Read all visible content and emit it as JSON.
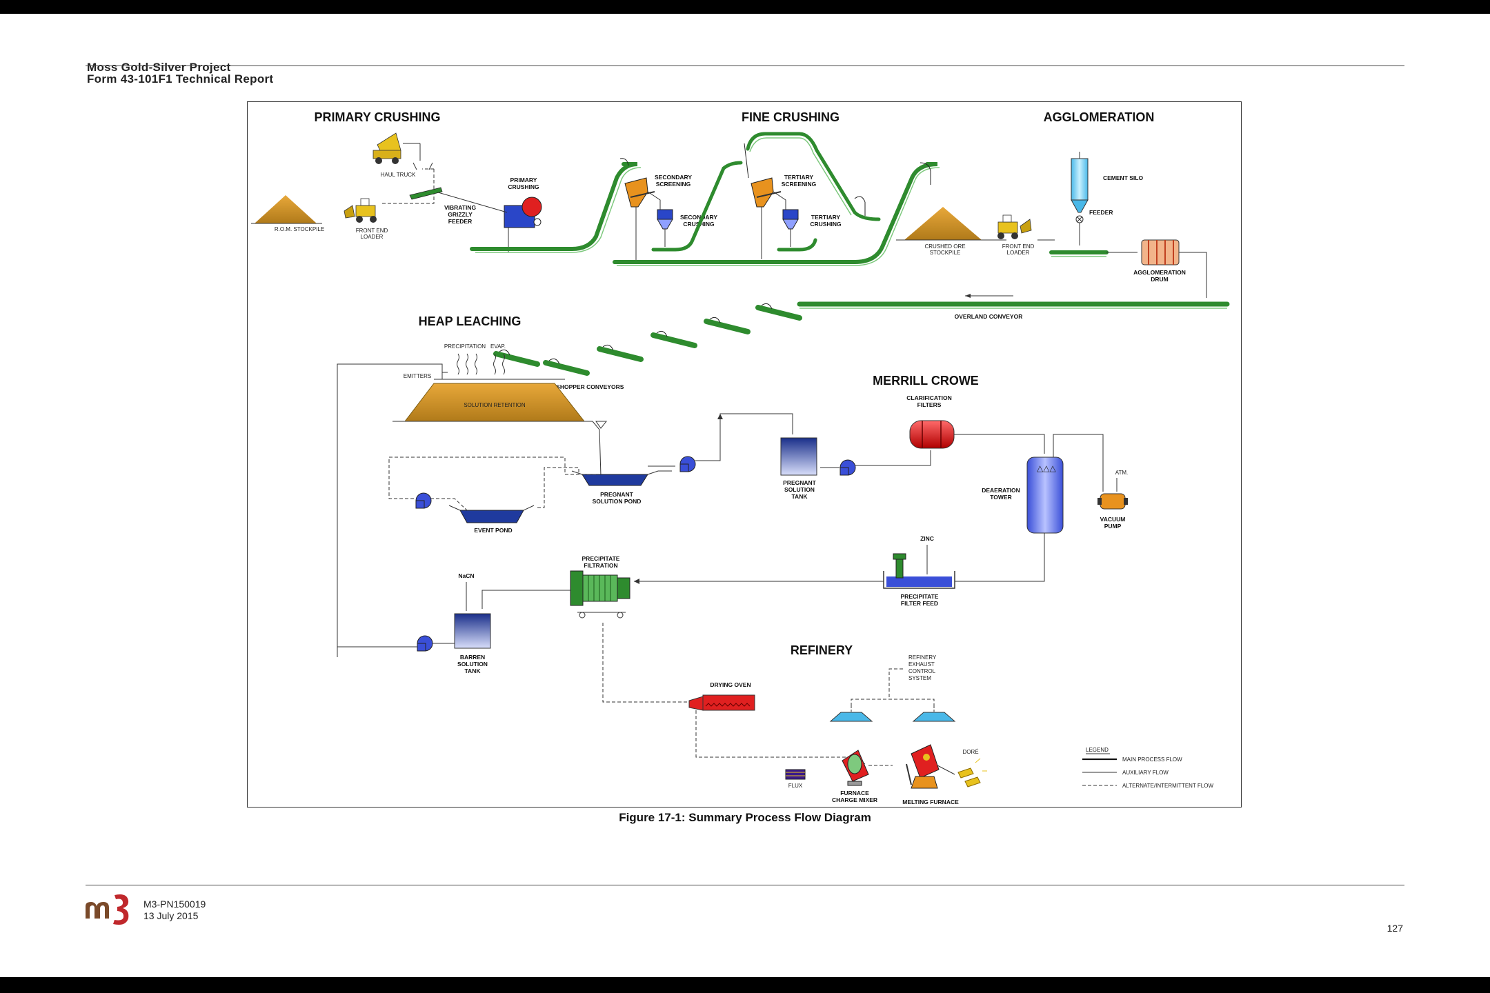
{
  "header": {
    "line1": "Moss Gold-Silver Project",
    "line2": "Form 43-101F1 Technical Report"
  },
  "diagram": {
    "sections": {
      "primary_crushing": "PRIMARY CRUSHING",
      "fine_crushing": "FINE CRUSHING",
      "agglomeration": "AGGLOMERATION",
      "heap_leaching": "HEAP LEACHING",
      "merrill_crowe": "MERRILL CROWE",
      "refinery": "REFINERY"
    },
    "labels": {
      "haul_truck": "HAUL TRUCK",
      "rom_stockpile": "R.O.M. STOCKPILE",
      "front_end_loader_1": [
        "FRONT END",
        "LOADER"
      ],
      "vibrating_grizzly_feeder": [
        "VIBRATING",
        "GRIZZLY",
        "FEEDER"
      ],
      "primary_crushing": [
        "PRIMARY",
        "CRUSHING"
      ],
      "secondary_screening": [
        "SECONDARY",
        "SCREENING"
      ],
      "secondary_crushing": [
        "SECONDARY",
        "CRUSHING"
      ],
      "tertiary_screening": [
        "TERTIARY",
        "SCREENING"
      ],
      "tertiary_crushing": [
        "TERTIARY",
        "CRUSHING"
      ],
      "crushed_ore_stockpile": [
        "CRUSHED ORE",
        "STOCKPILE"
      ],
      "front_end_loader_2": [
        "FRONT END",
        "LOADER"
      ],
      "cement_silo": "CEMENT SILO",
      "feeder": "FEEDER",
      "agglomeration_drum": [
        "AGGLOMERATION",
        "DRUM"
      ],
      "overland_conveyor": "OVERLAND CONVEYOR",
      "grasshopper_conveyors": "GRASSHOPPER CONVEYORS",
      "precipitation": "PRECIPITATION",
      "evap": "EVAP.",
      "emitters": "EMITTERS",
      "solution_retention": "SOLUTION RETENTION",
      "pregnant_solution_pond": [
        "PREGNANT",
        "SOLUTION POND"
      ],
      "event_pond": "EVENT POND",
      "pregnant_solution_tank": [
        "PREGNANT",
        "SOLUTION",
        "TANK"
      ],
      "clarification_filters": [
        "CLARIFICATION",
        "FILTERS"
      ],
      "deaeration_tower": [
        "DEAERATION",
        "TOWER"
      ],
      "atm": "ATM.",
      "vacuum_pump": [
        "VACUUM",
        "PUMP"
      ],
      "zinc": "ZINC",
      "precipitate_filter_feed": [
        "PRECIPITATE",
        "FILTER FEED"
      ],
      "precipitate_filtration": [
        "PRECIPITATE",
        "FILTRATION"
      ],
      "nacn": "NaCN",
      "barren_solution_tank": [
        "BARREN",
        "SOLUTION",
        "TANK"
      ],
      "refinery_exhaust": [
        "REFINERY",
        "EXHAUST",
        "CONTROL",
        "SYSTEM"
      ],
      "drying_oven": "DRYING OVEN",
      "flux": "FLUX",
      "furnace_charge_mixer": [
        "FURNACE",
        "CHARGE MIXER"
      ],
      "melting_furnace": "MELTING FURNACE",
      "dore": "DORÉ"
    },
    "legend": {
      "title": "LEGEND",
      "main": "MAIN PROCESS FLOW",
      "aux": "AUXILIARY FLOW",
      "alt": "ALTERNATE/INTERMITTENT FLOW"
    }
  },
  "caption": "Figure 17-1: Summary Process Flow Diagram",
  "footer": {
    "logo_text": "m3",
    "doc_number": "M3-PN150019",
    "date": "13 July 2015",
    "page_number": "127"
  },
  "colors": {
    "conveyor_green": "#2e8b2e",
    "ore_brown": "#c8902a",
    "equipment_orange": "#e8921e",
    "tank_blue": "#1f3a9e",
    "filter_red": "#d42020",
    "logo_brown": "#7a4a2a",
    "logo_red": "#c0282c"
  }
}
